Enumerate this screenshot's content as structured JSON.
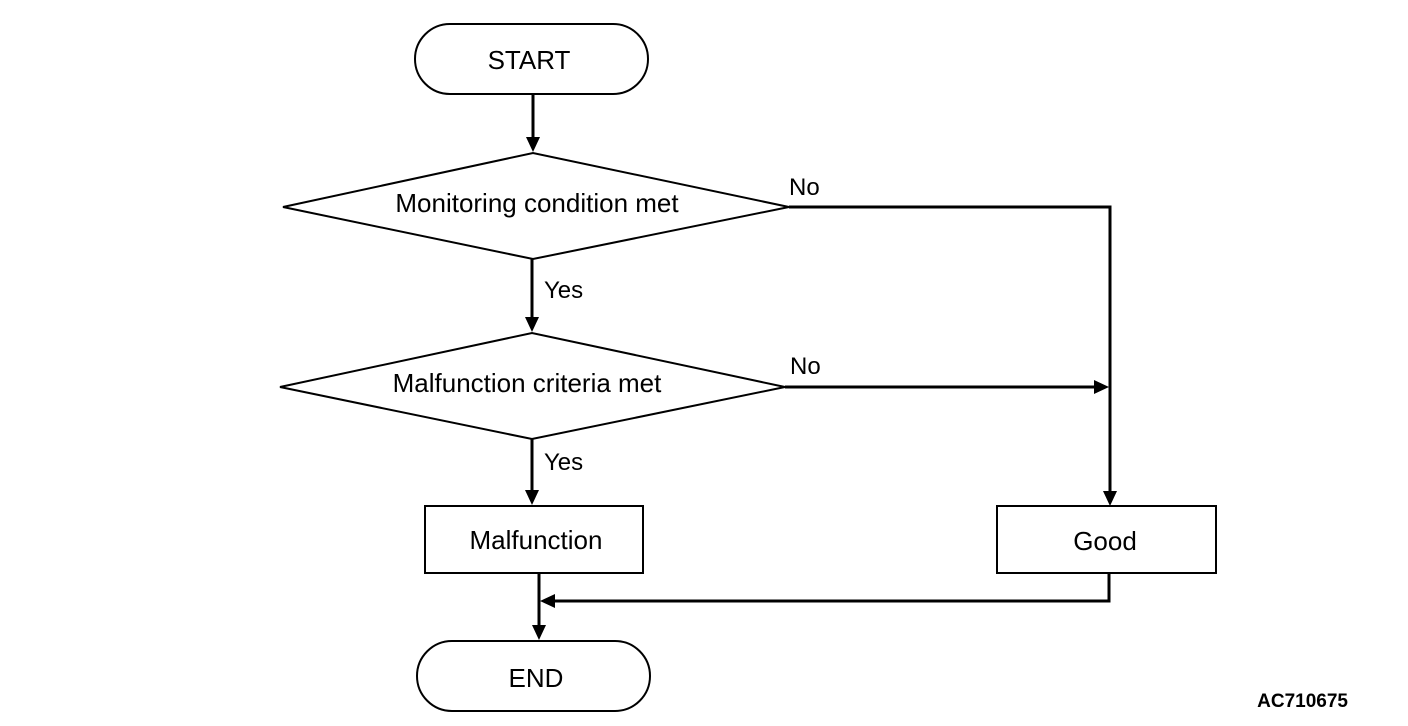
{
  "flowchart": {
    "start": "START",
    "decision_monitoring": "Monitoring condition met",
    "decision_malfunction": "Malfunction criteria met",
    "process_malfunction": "Malfunction",
    "process_good": "Good",
    "end": "END",
    "branch_no_1": "No",
    "branch_yes_1": "Yes",
    "branch_no_2": "No",
    "branch_yes_2": "Yes"
  },
  "figure_ref": "AC710675"
}
